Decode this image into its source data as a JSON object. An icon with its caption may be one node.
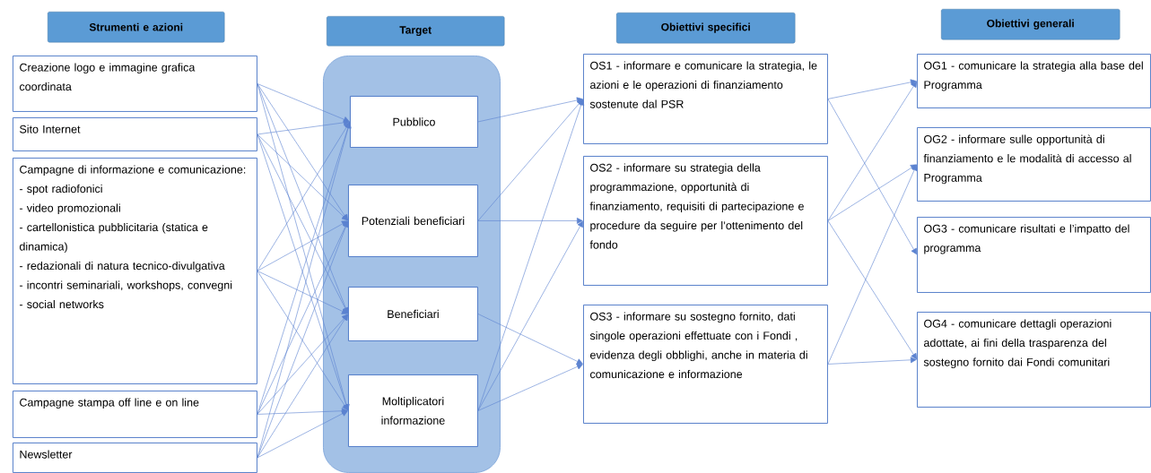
{
  "diagram": {
    "nodes": [
      {
        "text": [
          "Strumenti e azioni"
        ]
      },
      {
        "text": [
          "Target"
        ]
      },
      {
        "text": [
          "Obiettivi specifici"
        ]
      },
      {
        "text": [
          "Obiettivi generali"
        ]
      },
      {
        "text": [
          "Creazione logo e immagine grafica coordinata"
        ]
      },
      {
        "text": [
          "Sito Internet"
        ]
      },
      {
        "text": [
          "Campagne di informazione e comunicazione:",
          "- spot radiofonici",
          "- video promozionali",
          "- cartellonistica pubblicitaria (statica e dinamica)",
          "- redazionali di natura tecnico-divulgativa",
          "- incontri seminariali, workshops, convegni",
          "- social networks"
        ]
      },
      {
        "text": [
          "Campagne stampa off line e on line"
        ]
      },
      {
        "text": [
          "Newsletter"
        ]
      },
      {
        "text": [],
        "shape": "box"
      },
      {
        "text": [
          "Pubblico"
        ],
        "in": 9
      },
      {
        "text": [
          "Potenziali beneficiari"
        ],
        "in": 9
      },
      {
        "text": [
          "Beneficiari"
        ],
        "in": 9
      },
      {
        "text": [
          "Moltiplicatori informazione"
        ],
        "in": 9
      },
      {
        "text": [
          "OS1 - informare e comunicare la strategia, le azioni e le operazioni di finanziamento sostenute dal PSR"
        ]
      },
      {
        "text": [
          "OS2 - informare su strategia della programmazione, opportunità di finanziamento, requisiti di partecipazione e procedure da seguire per l’ottenimento del fondo"
        ]
      },
      {
        "text": [
          "OS3 - informare su sostegno fornito, dati singole operazioni effettuate con i Fondi , evidenza degli obblighi, anche in materia di comunicazione e informazione"
        ]
      },
      {
        "text": [
          "OG1 - comunicare la strategia alla base del Programma"
        ]
      },
      {
        "text": [
          "OG2 - informare sulle opportunità di finanziamento e le modalità di accesso al Programma"
        ]
      },
      {
        "text": [
          "OG3 - comunicare risultati e l’impatto del programma"
        ]
      },
      {
        "text": [
          "OG4 - comunicare dettagli operazioni adottate, ai fini della trasparenza del sostegno fornito dai Fondi comunitari"
        ]
      }
    ],
    "edges": [
      {
        "from": 4,
        "to": 10,
        "arrow": "to"
      },
      {
        "from": 4,
        "to": 11,
        "arrow": "to"
      },
      {
        "from": 4,
        "to": 12,
        "arrow": "to"
      },
      {
        "from": 4,
        "to": 13,
        "arrow": "to"
      },
      {
        "from": 5,
        "to": 10,
        "arrow": "to"
      },
      {
        "from": 5,
        "to": 11,
        "arrow": "to"
      },
      {
        "from": 5,
        "to": 12,
        "arrow": "to"
      },
      {
        "from": 5,
        "to": 13,
        "arrow": "to"
      },
      {
        "from": 6,
        "to": 10,
        "arrow": "to"
      },
      {
        "from": 6,
        "to": 11,
        "arrow": "to"
      },
      {
        "from": 6,
        "to": 12,
        "arrow": "to"
      },
      {
        "from": 6,
        "to": 13,
        "arrow": "to"
      },
      {
        "from": 7,
        "to": 10,
        "arrow": "to"
      },
      {
        "from": 7,
        "to": 11,
        "arrow": "to"
      },
      {
        "from": 7,
        "to": 12,
        "arrow": "to"
      },
      {
        "from": 7,
        "to": 13,
        "arrow": "to"
      },
      {
        "from": 8,
        "to": 10,
        "arrow": "to"
      },
      {
        "from": 8,
        "to": 11,
        "arrow": "to"
      },
      {
        "from": 8,
        "to": 12,
        "arrow": "to"
      },
      {
        "from": 8,
        "to": 13,
        "arrow": "to"
      },
      {
        "from": 10,
        "to": 14,
        "arrow": "to"
      },
      {
        "from": 11,
        "to": 14,
        "arrow": "to"
      },
      {
        "from": 11,
        "to": 15,
        "arrow": "to"
      },
      {
        "from": 12,
        "to": 16,
        "arrow": "to"
      },
      {
        "from": 13,
        "to": 14,
        "arrow": "to"
      },
      {
        "from": 13,
        "to": 15,
        "arrow": "to"
      },
      {
        "from": 13,
        "to": 16,
        "arrow": "to"
      },
      {
        "from": 14,
        "to": 17,
        "arrow": "to"
      },
      {
        "from": 14,
        "to": 19,
        "arrow": "to"
      },
      {
        "from": 15,
        "to": 17,
        "arrow": "to"
      },
      {
        "from": 15,
        "to": 18,
        "arrow": "to"
      },
      {
        "from": 15,
        "to": 20,
        "arrow": "to"
      },
      {
        "from": 16,
        "to": 18,
        "arrow": "to"
      },
      {
        "from": 16,
        "to": 20,
        "arrow": "to"
      }
    ]
  }
}
